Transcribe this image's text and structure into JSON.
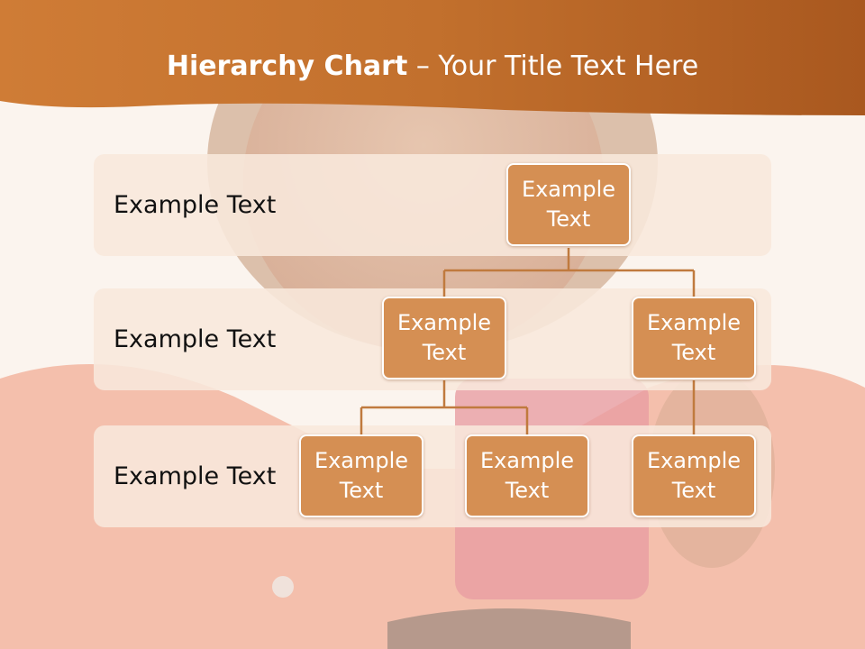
{
  "slide": {
    "title_bold": "Hierarchy Chart",
    "title_dash": " – ",
    "title_rest": "Your Title Text Here"
  },
  "levels": [
    {
      "label": "Example Text"
    },
    {
      "label": "Example Text"
    },
    {
      "label": "Example Text"
    }
  ],
  "nodes": {
    "root": "Example Text",
    "level2_left": "Example Text",
    "level2_right": "Example Text",
    "level3_left": "Example Text",
    "level3_middle": "Example Text",
    "level3_right": "Example Text"
  },
  "colors": {
    "header": "#c8742c",
    "node_fill": "#d58f53",
    "connector": "#c07a3e",
    "band": "#f8e8dc"
  }
}
